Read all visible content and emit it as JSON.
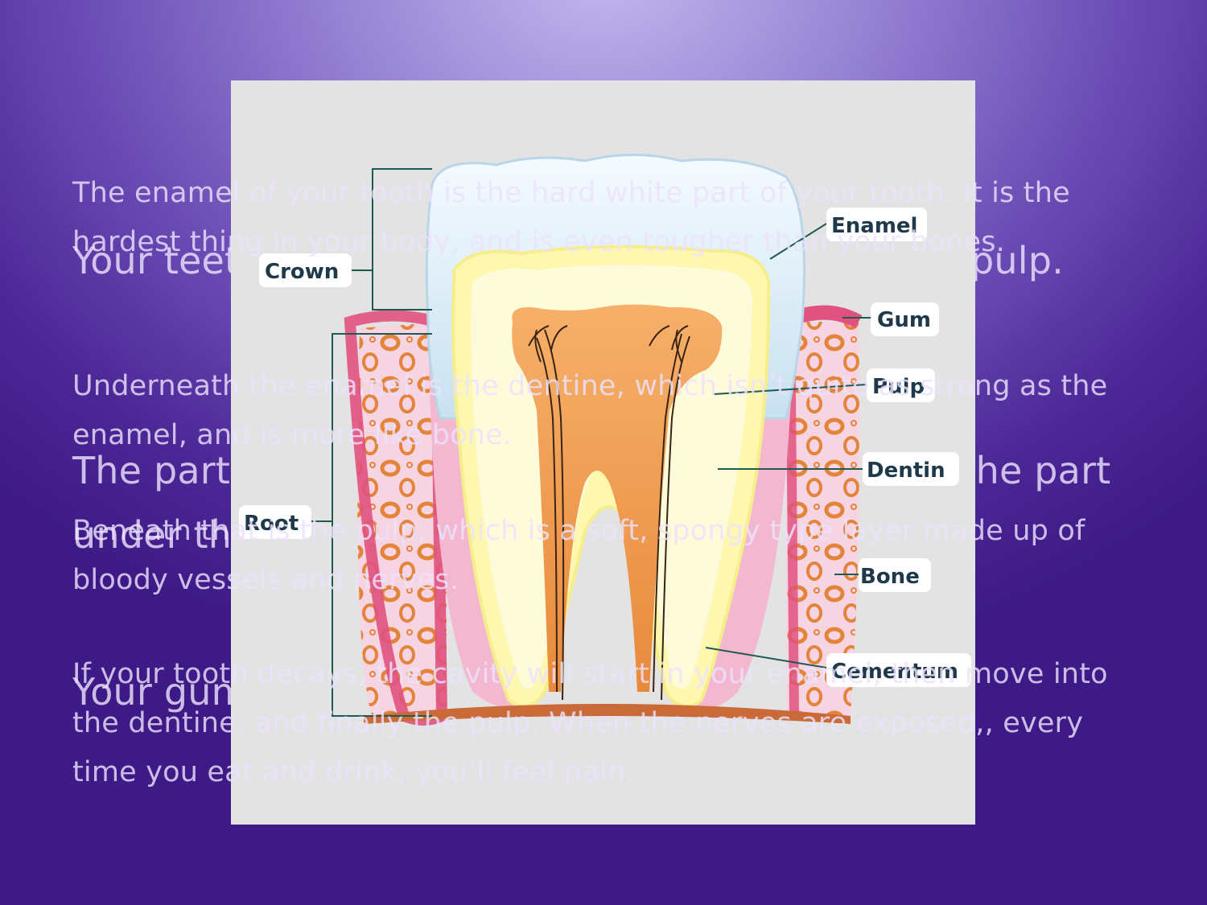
{
  "slide": {
    "background_colors": [
      "#c4b8ee",
      "#6c4eb6",
      "#3d1a86"
    ]
  },
  "background_text": {
    "p1": "Your teeth are made up of enamel, dentine and pulp.",
    "p2": "The part of the tooth you can see is the crown, the part under the gum is the root.",
    "p3": "Your gums help to hold your teeth in place."
  },
  "foreground_text": {
    "p1": "The enamel of your tooth is the hard white part of your tooth. It is the hardest thing in your body, and is even tougher than your bones.",
    "p2": "Underneath the enamel is the dentine, which isn’t quite as strong as the enamel, and is more like bone.",
    "p3": "Beneath that is the pulp, which is a soft, spongy type layer made up of bloody vessels and nerves.",
    "p4": "If your tooth decays, the cavity will start in your enamel, then move into the dentine, and finally the pulp. When the nerves are exposed,, every time you eat and drink, you’ll feel pain."
  },
  "diagram": {
    "labels": {
      "crown": "Crown",
      "root": "Root",
      "enamel": "Enamel",
      "gum": "Gum",
      "pulp": "Pulp",
      "dentin": "Dentin",
      "bone": "Bone",
      "cementum": "Cementum"
    },
    "colors": {
      "enamel": "#d8ecf7",
      "dentin": "#fdf7b0",
      "pulp": "#f2a45a",
      "gum": "#e0527f",
      "bone": "#f6d4e2",
      "bone_cells": "#e3843a",
      "leader_lines": "#1e5a50"
    }
  }
}
